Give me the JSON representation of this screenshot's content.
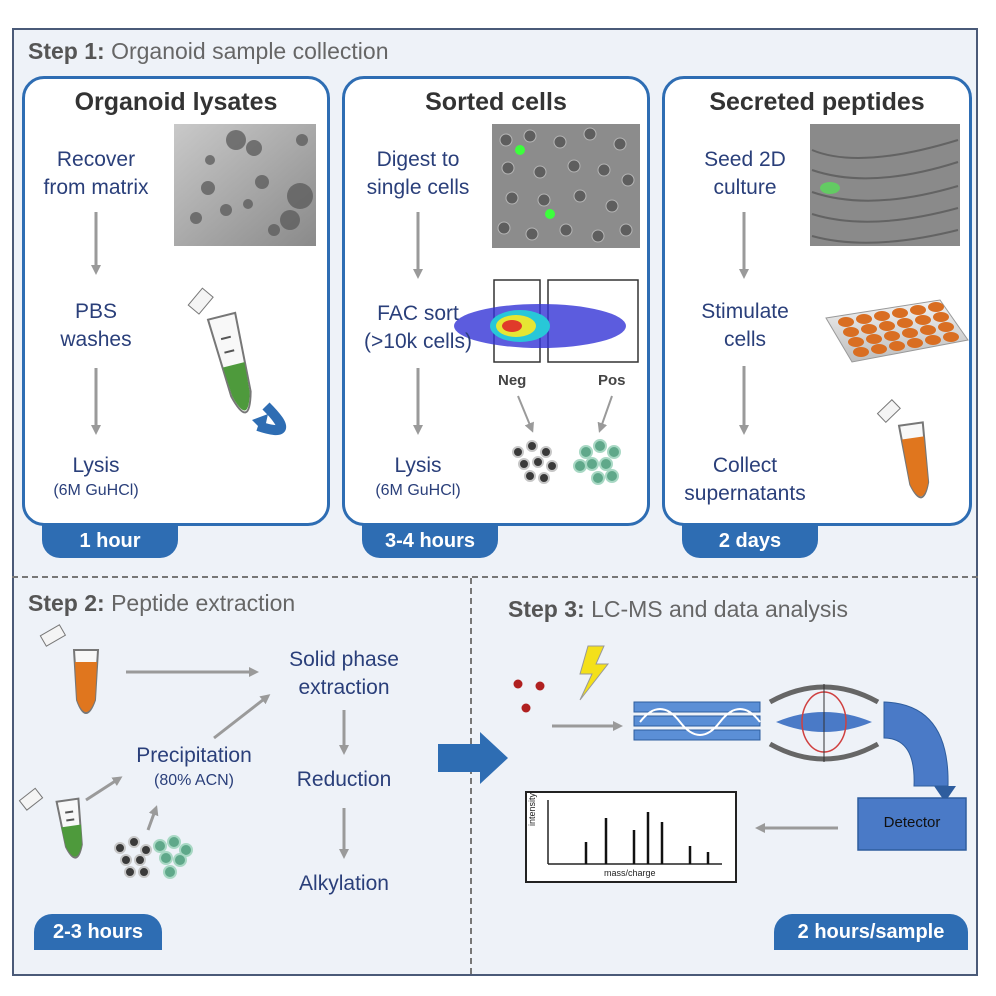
{
  "step1": {
    "label": "Step 1:",
    "title": "Organoid sample collection"
  },
  "step2": {
    "label": "Step 2:",
    "title": "Peptide extraction"
  },
  "step3": {
    "label": "Step 3:",
    "title": "LC-MS and data analysis"
  },
  "panels": {
    "lysates": {
      "title": "Organoid lysates",
      "s1a": "Recover",
      "s1b": "from matrix",
      "s2a": "PBS",
      "s2b": "washes",
      "s3": "Lysis",
      "s3sub": "(6M GuHCl)",
      "time": "1 hour"
    },
    "sorted": {
      "title": "Sorted cells",
      "s1a": "Digest to",
      "s1b": "single  cells",
      "s2a": "FAC sort",
      "s2b": "(>10k cells)",
      "s3": "Lysis",
      "s3sub": "(6M GuHCl)",
      "neg": "Neg",
      "pos": "Pos",
      "time": "3-4 hours"
    },
    "secreted": {
      "title": "Secreted peptides",
      "s1a": "Seed 2D",
      "s1b": "culture",
      "s2a": "Stimulate",
      "s2b": "cells",
      "s3a": "Collect",
      "s3b": "supernatants",
      "time": "2 days"
    }
  },
  "extraction": {
    "spe_a": "Solid phase",
    "spe_b": "extraction",
    "precip": "Precipitation",
    "precip_sub": "(80% ACN)",
    "reduction": "Reduction",
    "alkylation": "Alkylation",
    "time": "2-3 hours"
  },
  "lcms": {
    "detector": "Detector",
    "ylabel": "intensity",
    "xlabel": "mass/charge",
    "time": "2 hours/sample"
  },
  "colors": {
    "accent": "#2e6db3",
    "orange": "#e0761e",
    "green": "#4e9a3c",
    "teal": "#5fa88a"
  }
}
